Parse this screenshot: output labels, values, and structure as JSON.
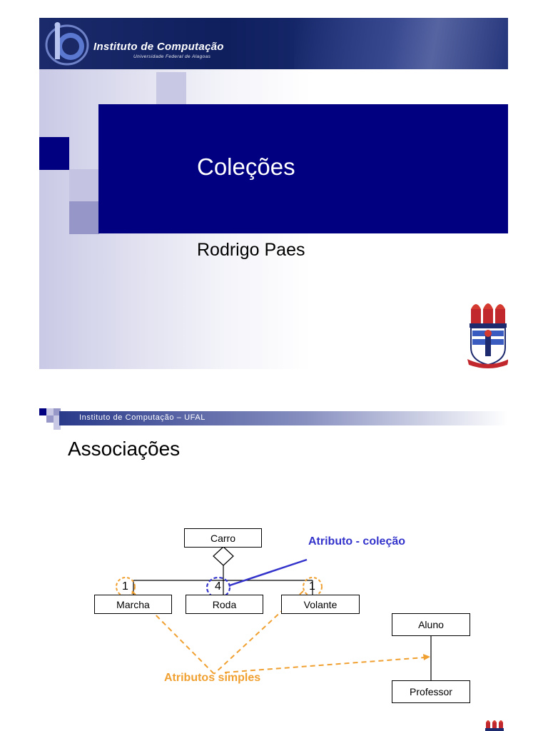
{
  "slide1": {
    "banner_title": "Instituto de Computação",
    "banner_subtitle": "Universidade Federal de Alagoas",
    "title": "Coleções",
    "author": "Rodrigo Paes"
  },
  "slide2": {
    "header_bar": "Instituto de Computação – UFAL",
    "title": "Associações",
    "diagram": {
      "classes": {
        "carro": "Carro",
        "marcha": "Marcha",
        "roda": "Roda",
        "volante": "Volante",
        "aluno": "Aluno",
        "professor": "Professor"
      },
      "multiplicities": {
        "marcha": "1",
        "roda": "4",
        "volante": "1"
      },
      "annotations": {
        "collection": "Atributo - coleção",
        "simple": "Atributos simples"
      }
    }
  },
  "colors": {
    "navy": "#000080",
    "collection_note": "#3333cc",
    "simple_note": "#f0a030"
  }
}
